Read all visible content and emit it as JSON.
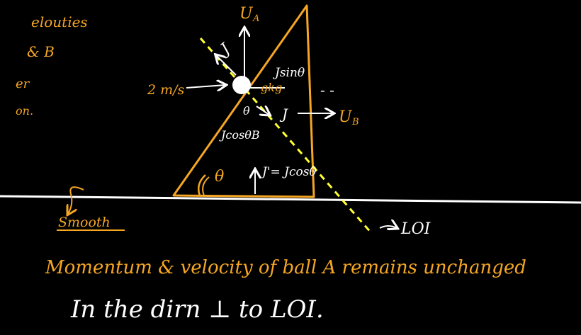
{
  "left_notes": {
    "line1": "elouties",
    "line2": "& B",
    "line3": "er",
    "line4": "on."
  },
  "labels": {
    "ua": "U",
    "ua_sub": "A",
    "ub": "U",
    "ub_sub": "B",
    "impulse_j_ball": "J",
    "impulse_j_wedge": "J",
    "speed": "2 m/s",
    "jsin_line1": "Jsinθ",
    "jsin_line2": "gkg",
    "jcos": "JcosθB",
    "theta_top": "θ",
    "theta_wedge": "θ",
    "j_prime": "J'= Jcosθ",
    "dashes": "-  -",
    "smooth": "Smooth",
    "loi": "LOI"
  },
  "bottom_text": {
    "line1": "Momentum & velocity of ball A remains unchanged",
    "line2": "In the dirn ⊥ to LOI."
  },
  "colors": {
    "ink": "#f5a623",
    "white": "#ffffff",
    "dash_line": "#ffff33",
    "background": "#000000"
  }
}
